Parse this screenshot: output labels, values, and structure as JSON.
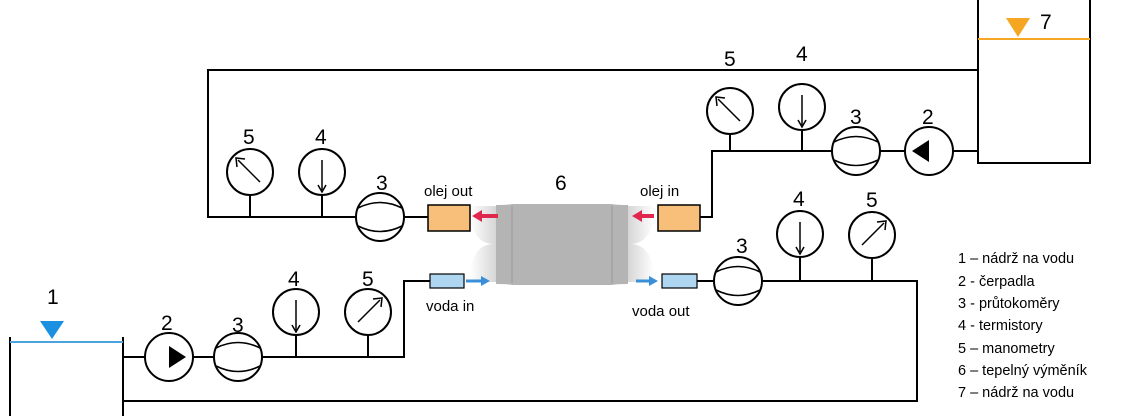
{
  "numbers": {
    "n1": "1",
    "n2": "2",
    "n3": "3",
    "n4": "4",
    "n5": "5",
    "n6": "6",
    "n7": "7"
  },
  "ports": {
    "oil_out": "olej out",
    "oil_in": "olej in",
    "water_in": "voda in",
    "water_out": "voda out"
  },
  "legend": [
    "1 – nádrž na vodu",
    "2 - čerpadla",
    "3 - průtokoměry",
    "4 - termistory",
    "5 – manometry",
    "6 – tepelný výměník",
    "7 – nádrž na vodu"
  ],
  "colors": {
    "water_level": "#4aa3df",
    "oil_level": "#f5a623",
    "oil_port": "#f7bf7a",
    "water_port": "#aed6f1",
    "oil_arrow": "#e0284e",
    "water_arrow": "#3a8fd8",
    "exchanger": "#b4b4b4"
  }
}
